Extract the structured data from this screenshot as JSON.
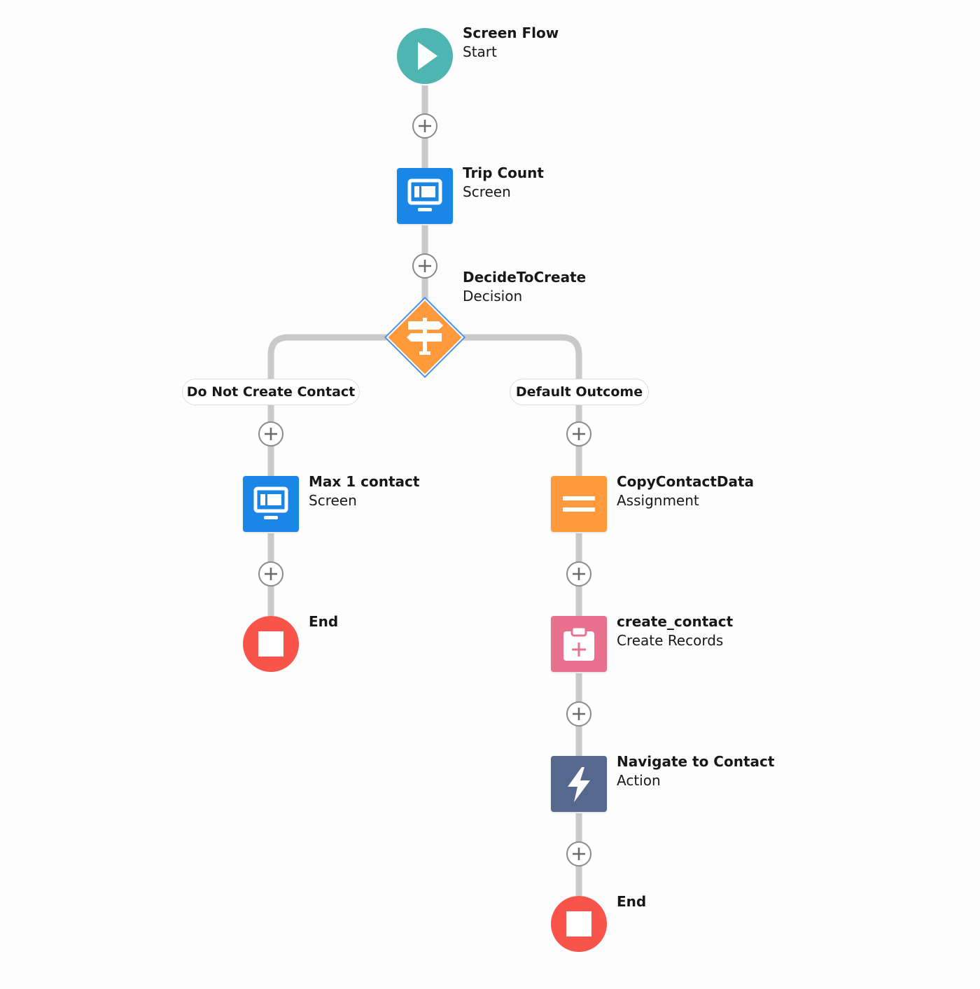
{
  "flow": {
    "start": {
      "title": "Screen Flow",
      "subtitle": "Start",
      "color": "#4fb5b1",
      "icon": "play-icon"
    },
    "trip_count": {
      "title": "Trip Count",
      "subtitle": "Screen",
      "color": "#1a86e6",
      "icon": "screen-icon"
    },
    "decision": {
      "title": "DecideToCreate",
      "subtitle": "Decision",
      "color": "#ff9a3c",
      "icon": "signpost-icon"
    },
    "outcomes": {
      "left": "Do Not Create Contact",
      "right": "Default Outcome"
    },
    "left_branch": {
      "max_contact": {
        "title": "Max 1 contact",
        "subtitle": "Screen",
        "color": "#1a86e6",
        "icon": "screen-icon"
      },
      "end": {
        "title": "End",
        "color": "#f9544a",
        "icon": "stop-icon"
      }
    },
    "right_branch": {
      "copy": {
        "title": "CopyContactData",
        "subtitle": "Assignment",
        "color": "#ff9a3c",
        "icon": "equals-icon"
      },
      "create": {
        "title": "create_contact",
        "subtitle": "Create Records",
        "color": "#e8718d",
        "icon": "record-create-icon"
      },
      "navigate": {
        "title": "Navigate to Contact",
        "subtitle": "Action",
        "color": "#54698d",
        "icon": "lightning-icon"
      },
      "end": {
        "title": "End",
        "color": "#f9544a",
        "icon": "stop-icon"
      }
    },
    "connector_color": "#c9c9c9"
  }
}
